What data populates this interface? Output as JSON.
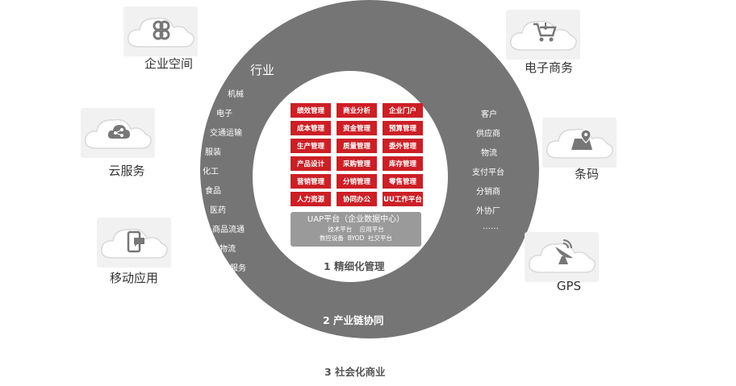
{
  "center": {
    "cells": [
      "绩效管理",
      "商业分析",
      "企业门户",
      "成本管理",
      "资金管理",
      "预算管理",
      "生产管理",
      "质量管理",
      "委外管理",
      "产品设计",
      "采购管理",
      "库存管理",
      "营销管理",
      "分销管理",
      "零售管理",
      "人力资源",
      "协同办公",
      "UU工作平台"
    ],
    "platform_title": "UAP平台（企业数据中心）",
    "platform_line1": "技术平台    应用平台",
    "platform_line2": "数控设备  BYOD  社交平台",
    "level1": "1 精细化管理"
  },
  "ring": {
    "industry_title": "行业",
    "industries": [
      "机械",
      "电子",
      "交通运输",
      "服装",
      "化工",
      "食品",
      "医药",
      "商品流通",
      "物流",
      "服务"
    ],
    "partners": [
      "客户",
      "供应商",
      "物流",
      "支付平台",
      "分销商",
      "外协厂",
      "……"
    ],
    "level2": "2 产业链协同"
  },
  "level3": "3 社会化商业",
  "external": [
    {
      "label": "企业空间",
      "icon": "link-icon"
    },
    {
      "label": "云服务",
      "icon": "cloud-share-icon"
    },
    {
      "label": "移动应用",
      "icon": "mobile-chat-icon"
    },
    {
      "label": "电子商务",
      "icon": "shopping-cart-icon"
    },
    {
      "label": "条码",
      "icon": "map-pin-icon"
    },
    {
      "label": "GPS",
      "icon": "satellite-dish-icon"
    }
  ],
  "colors": {
    "accent": "#cc1f26",
    "ring": "#757575",
    "platform": "#9a9a9a"
  }
}
